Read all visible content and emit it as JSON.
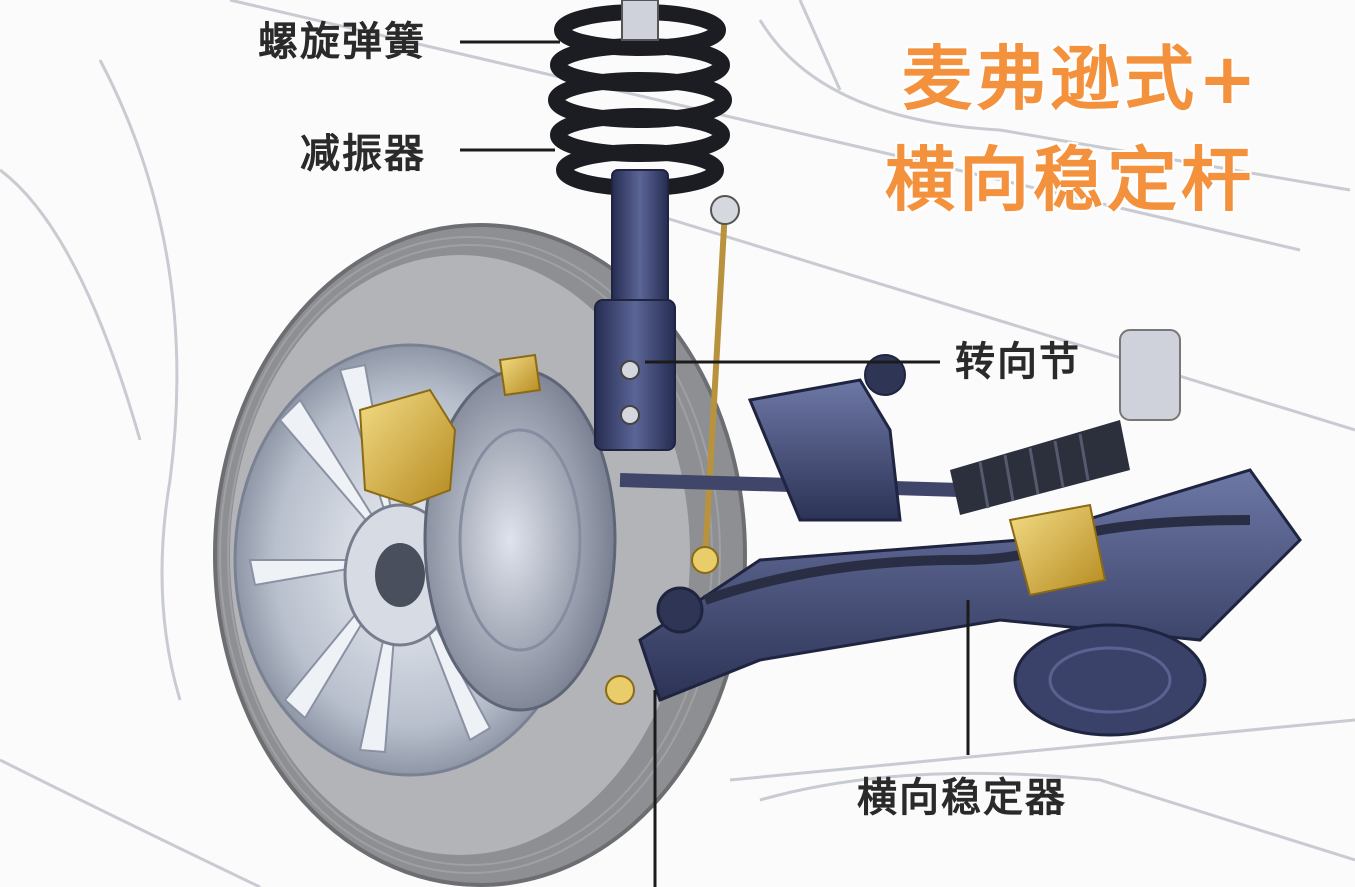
{
  "title": {
    "line1": "麦弗逊式+",
    "line2": "横向稳定杆"
  },
  "callouts": {
    "coil_spring": "螺旋弹簧",
    "shock_absorber": "减振器",
    "steering_knuckle": "转向节",
    "stabilizer": "横向稳定器"
  },
  "colors": {
    "title": "#f4913d",
    "label": "#2a2a2a",
    "strut": "#3a4370",
    "caliper": "#d9b13a",
    "tire": "#9a9a9a",
    "rim": "#c5cbd6"
  }
}
